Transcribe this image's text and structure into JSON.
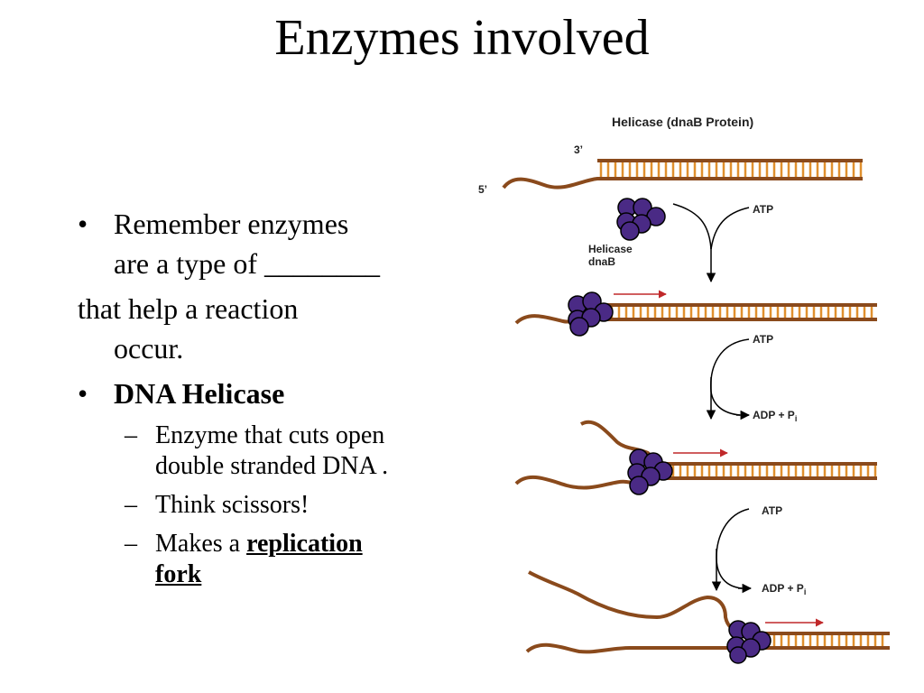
{
  "slide": {
    "title": "Enzymes involved"
  },
  "bullets": {
    "item1_line1": "Remember enzymes",
    "item1_line2": "are a type of ________",
    "item2_line1": "that help a reaction",
    "item2_line2": "occur.",
    "item3": "DNA Helicase",
    "sub1_line1": "Enzyme that cuts open",
    "sub1_line2": "double stranded DNA .",
    "sub2": "Think scissors!",
    "sub3_prefix": "Makes a ",
    "sub3_term_line1": "replication",
    "sub3_term_line2": "fork"
  },
  "diagram": {
    "title": "Helicase (dnaB Protein)",
    "label_3prime": "3’",
    "label_5prime": "5’",
    "helicase_label_line1": "Helicase",
    "helicase_label_line2": "dnaB",
    "atp_1": "ATP",
    "atp_2": "ATP",
    "atp_3": "ATP",
    "adp_2": "ADP + P",
    "adp_2_sub": "i",
    "adp_3": "ADP + P",
    "adp_3_sub": "i",
    "colors": {
      "dna_strand": "#8a4a1c",
      "base_pairs": "#e0902e",
      "helicase_fill": "#4a2a85",
      "helicase_stroke": "#000000",
      "direction_arrow": "#c0282a"
    }
  }
}
